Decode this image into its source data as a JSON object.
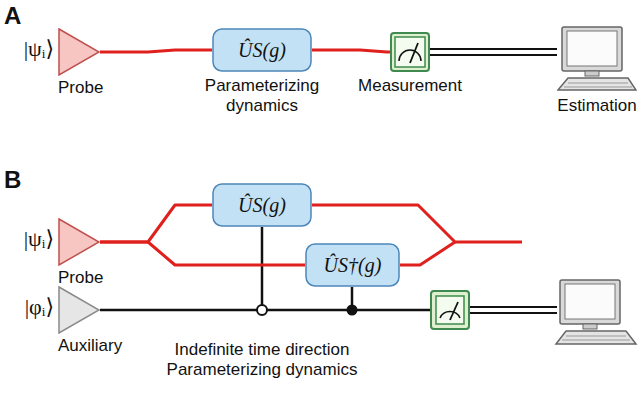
{
  "diagram": {
    "nodes": [
      {
        "text": [
          "|ψᵢ⟩",
          "Probe"
        ]
      },
      {
        "text": [
          "ÛS(g)",
          "Parameterizing dynamics"
        ]
      },
      {
        "text": [
          "Measurement"
        ]
      },
      {
        "text": [
          "Estimation"
        ]
      },
      {
        "text": [
          "|ψᵢ⟩",
          "Probe"
        ]
      },
      {
        "text": [
          "|φᵢ⟩",
          "Auxiliary"
        ]
      },
      {
        "text": [
          "ÛS(g)"
        ]
      },
      {
        "text": [
          "ÛS†(g)"
        ]
      }
    ],
    "edges": [
      {
        "from": 0,
        "to": 1,
        "arrow": "none"
      },
      {
        "from": 1,
        "to": 2,
        "arrow": "none"
      },
      {
        "from": 2,
        "to": 3,
        "arrow": "none"
      },
      {
        "from": 4,
        "to": 6,
        "arrow": "none"
      },
      {
        "from": 4,
        "to": 7,
        "arrow": "none"
      }
    ],
    "labels": [
      "A",
      "B",
      "Indefinite time direction Parameterizing dynamics"
    ]
  }
}
